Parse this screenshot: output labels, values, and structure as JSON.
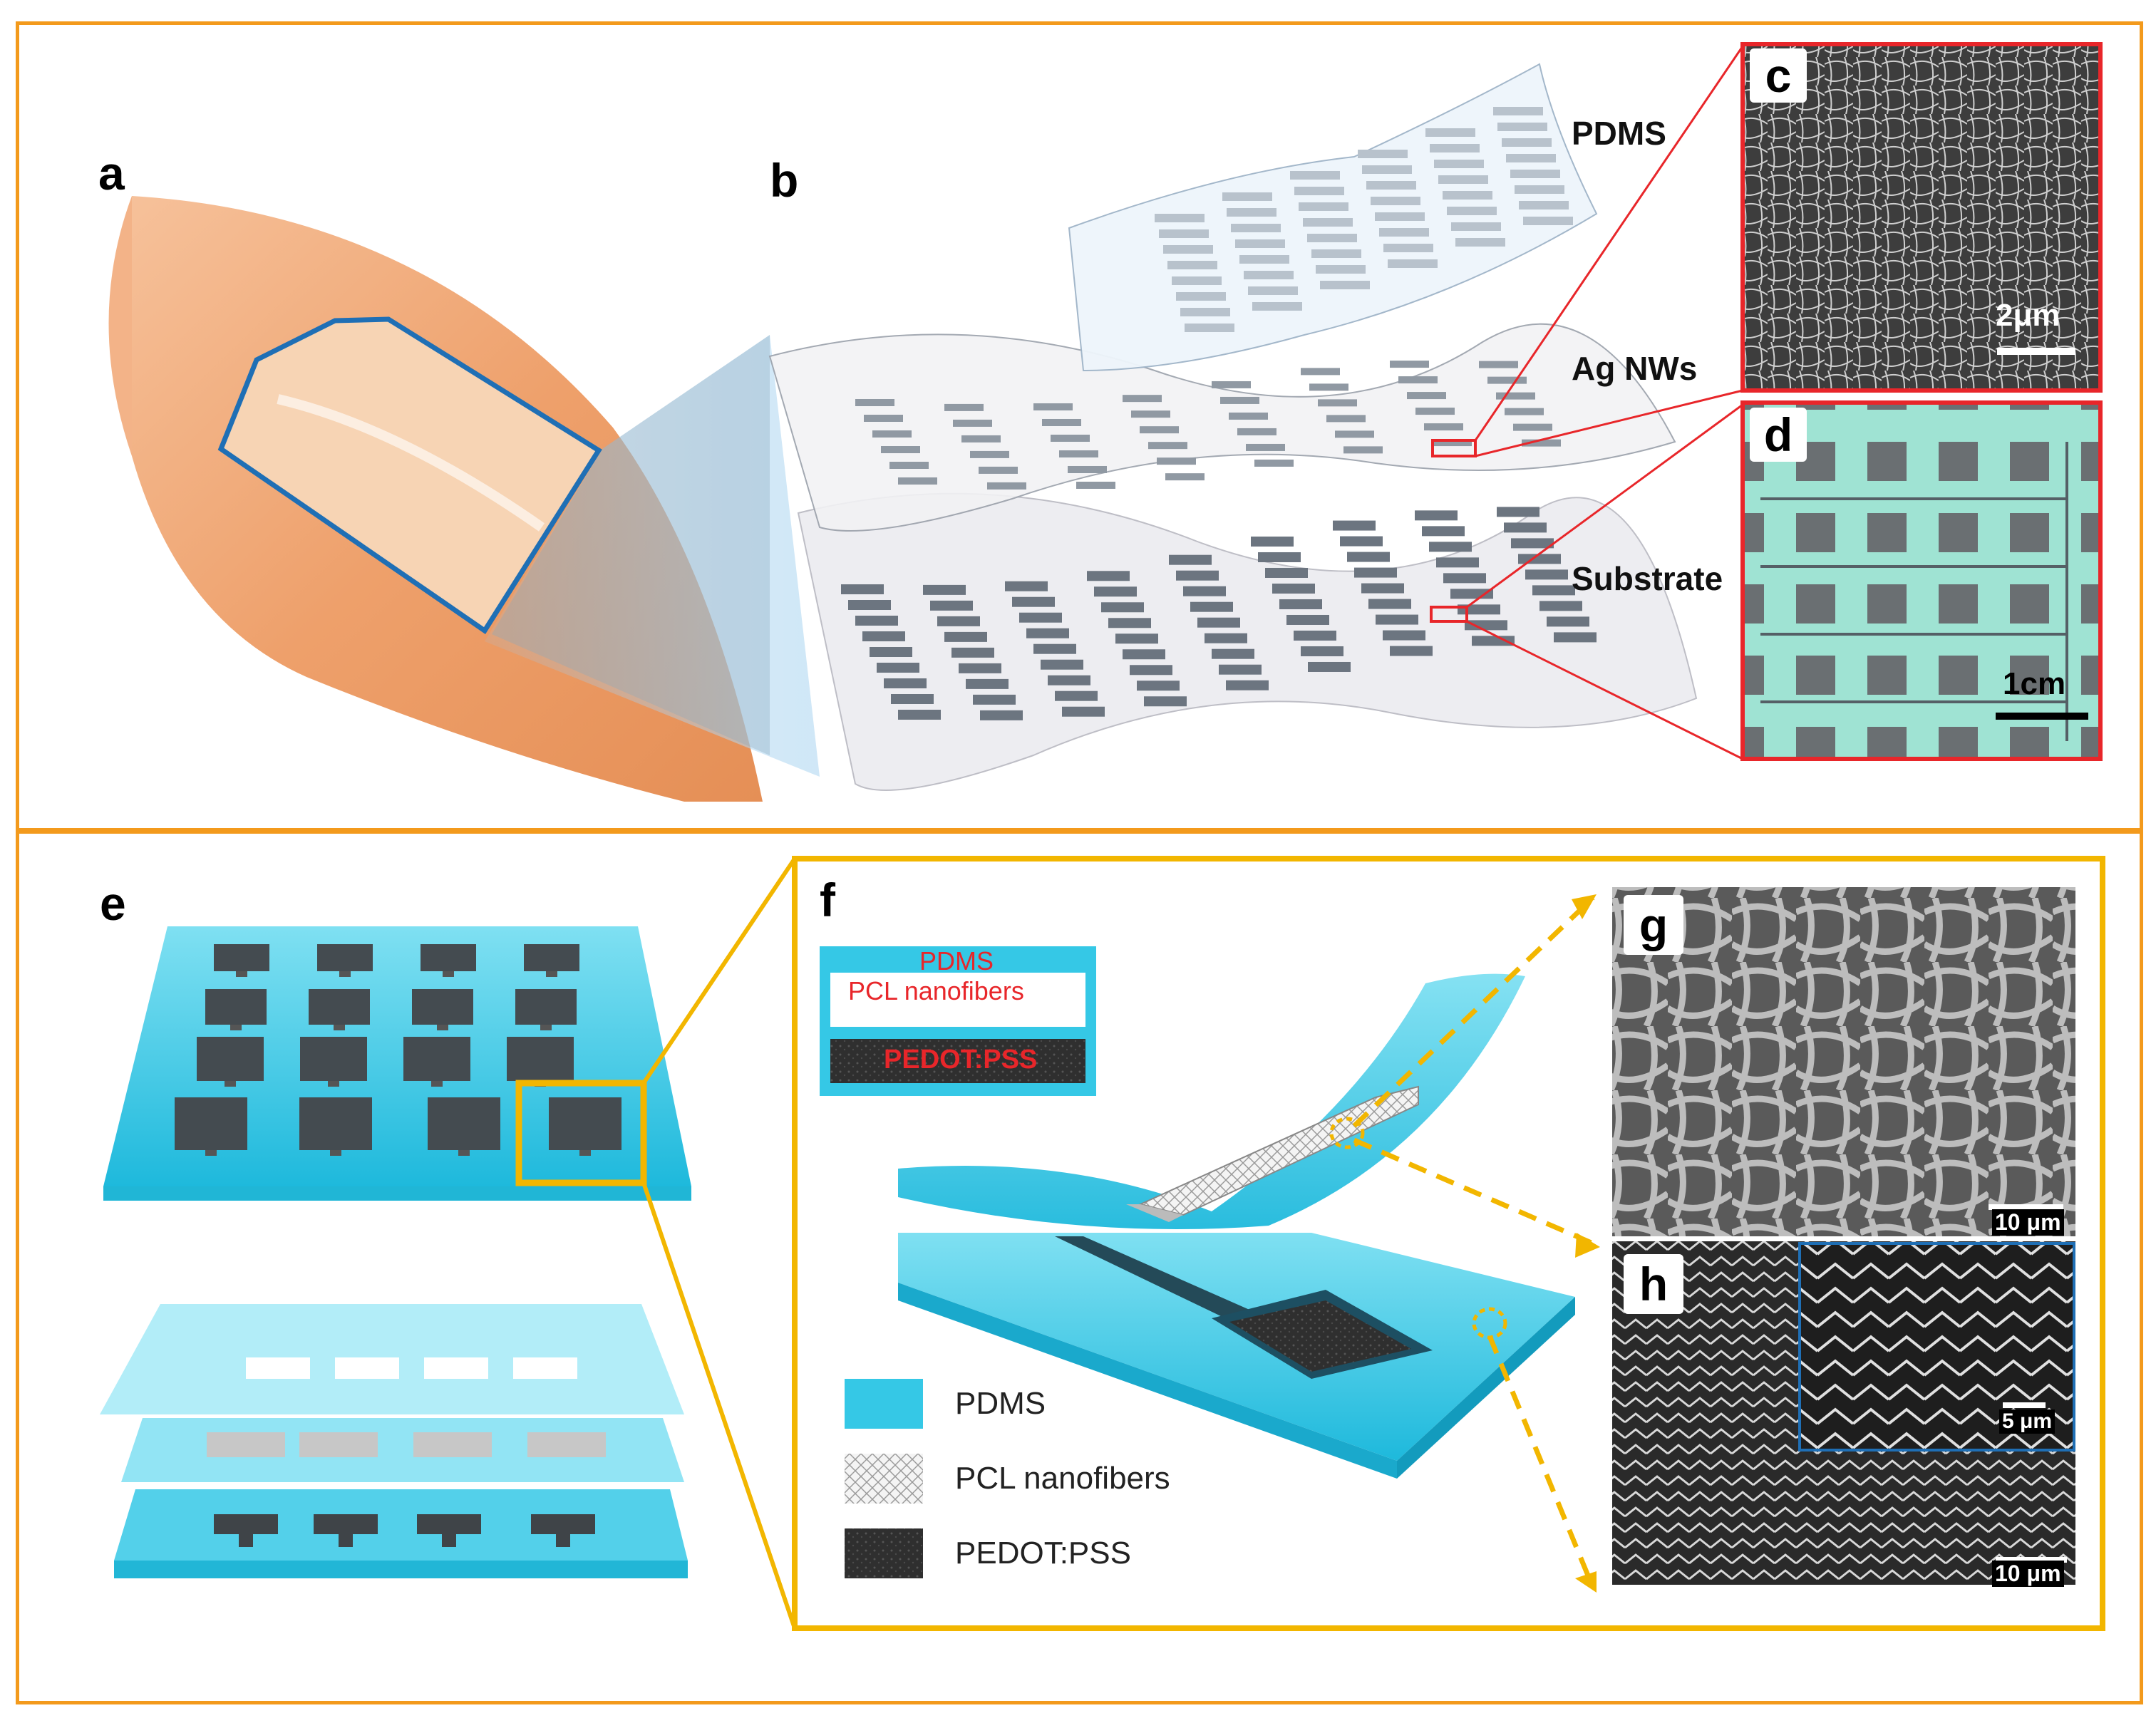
{
  "panels": {
    "a": "a",
    "b": "b",
    "c": "c",
    "d": "d",
    "e": "e",
    "f": "f",
    "g": "g",
    "h": "h"
  },
  "layers": {
    "top": "PDMS",
    "middle": "Ag NWs",
    "bottom": "Substrate"
  },
  "scale_bars": {
    "c": "2μm",
    "d": "1cm",
    "g": "10 μm",
    "h_main": "10 μm",
    "h_inset": "5 μm"
  },
  "inset_stack": {
    "top": "PDMS",
    "middle": "PCL nanofibers",
    "bottom": "PEDOT:PSS"
  },
  "legend": [
    {
      "label": "PDMS",
      "swatch": "pdms"
    },
    {
      "label": "PCL nanofibers",
      "swatch": "pcl"
    },
    {
      "label": "PEDOT:PSS",
      "swatch": "pedot"
    }
  ],
  "colors": {
    "frame": "#f39a1c",
    "highlight_red": "#e8262a",
    "gold": "#f2b600",
    "pdms": "#35c8e6",
    "pedot": "#3a3a3a",
    "skin": "#f0a877",
    "outline_blue": "#1f6fb5"
  }
}
